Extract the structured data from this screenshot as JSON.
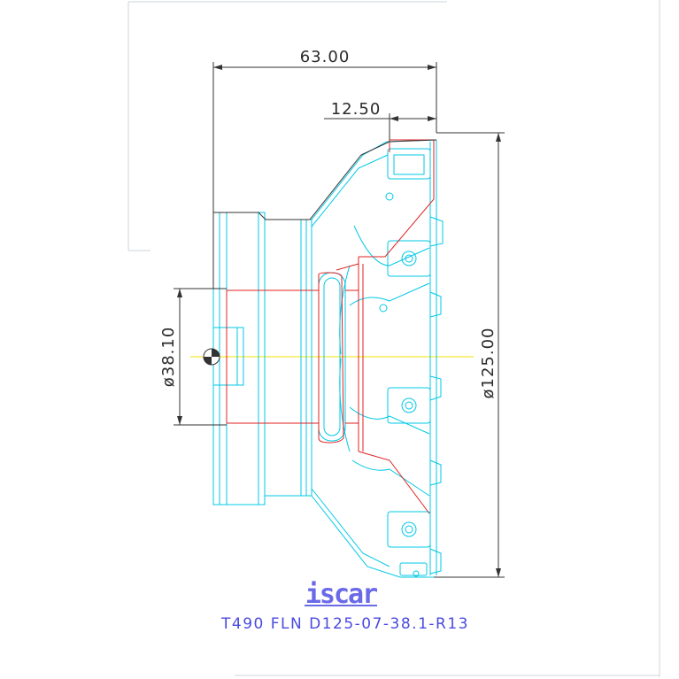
{
  "dimensions": {
    "overall_length": "63.00",
    "insert_offset": "12.50",
    "bore_diameter": "ø38.10",
    "cutting_diameter": "ø125.00"
  },
  "brand": {
    "logo_text": "iscar"
  },
  "caption": "T490 FLN D125-07-38.1-R13",
  "colors": {
    "outline_cyan": "#00c8e6",
    "section_red": "#e02020",
    "dimension_dark": "#333333",
    "axis_yellow": "#f0e000",
    "caption_blue": "#4a4ae0",
    "frame_gray": "#cfd5da"
  }
}
